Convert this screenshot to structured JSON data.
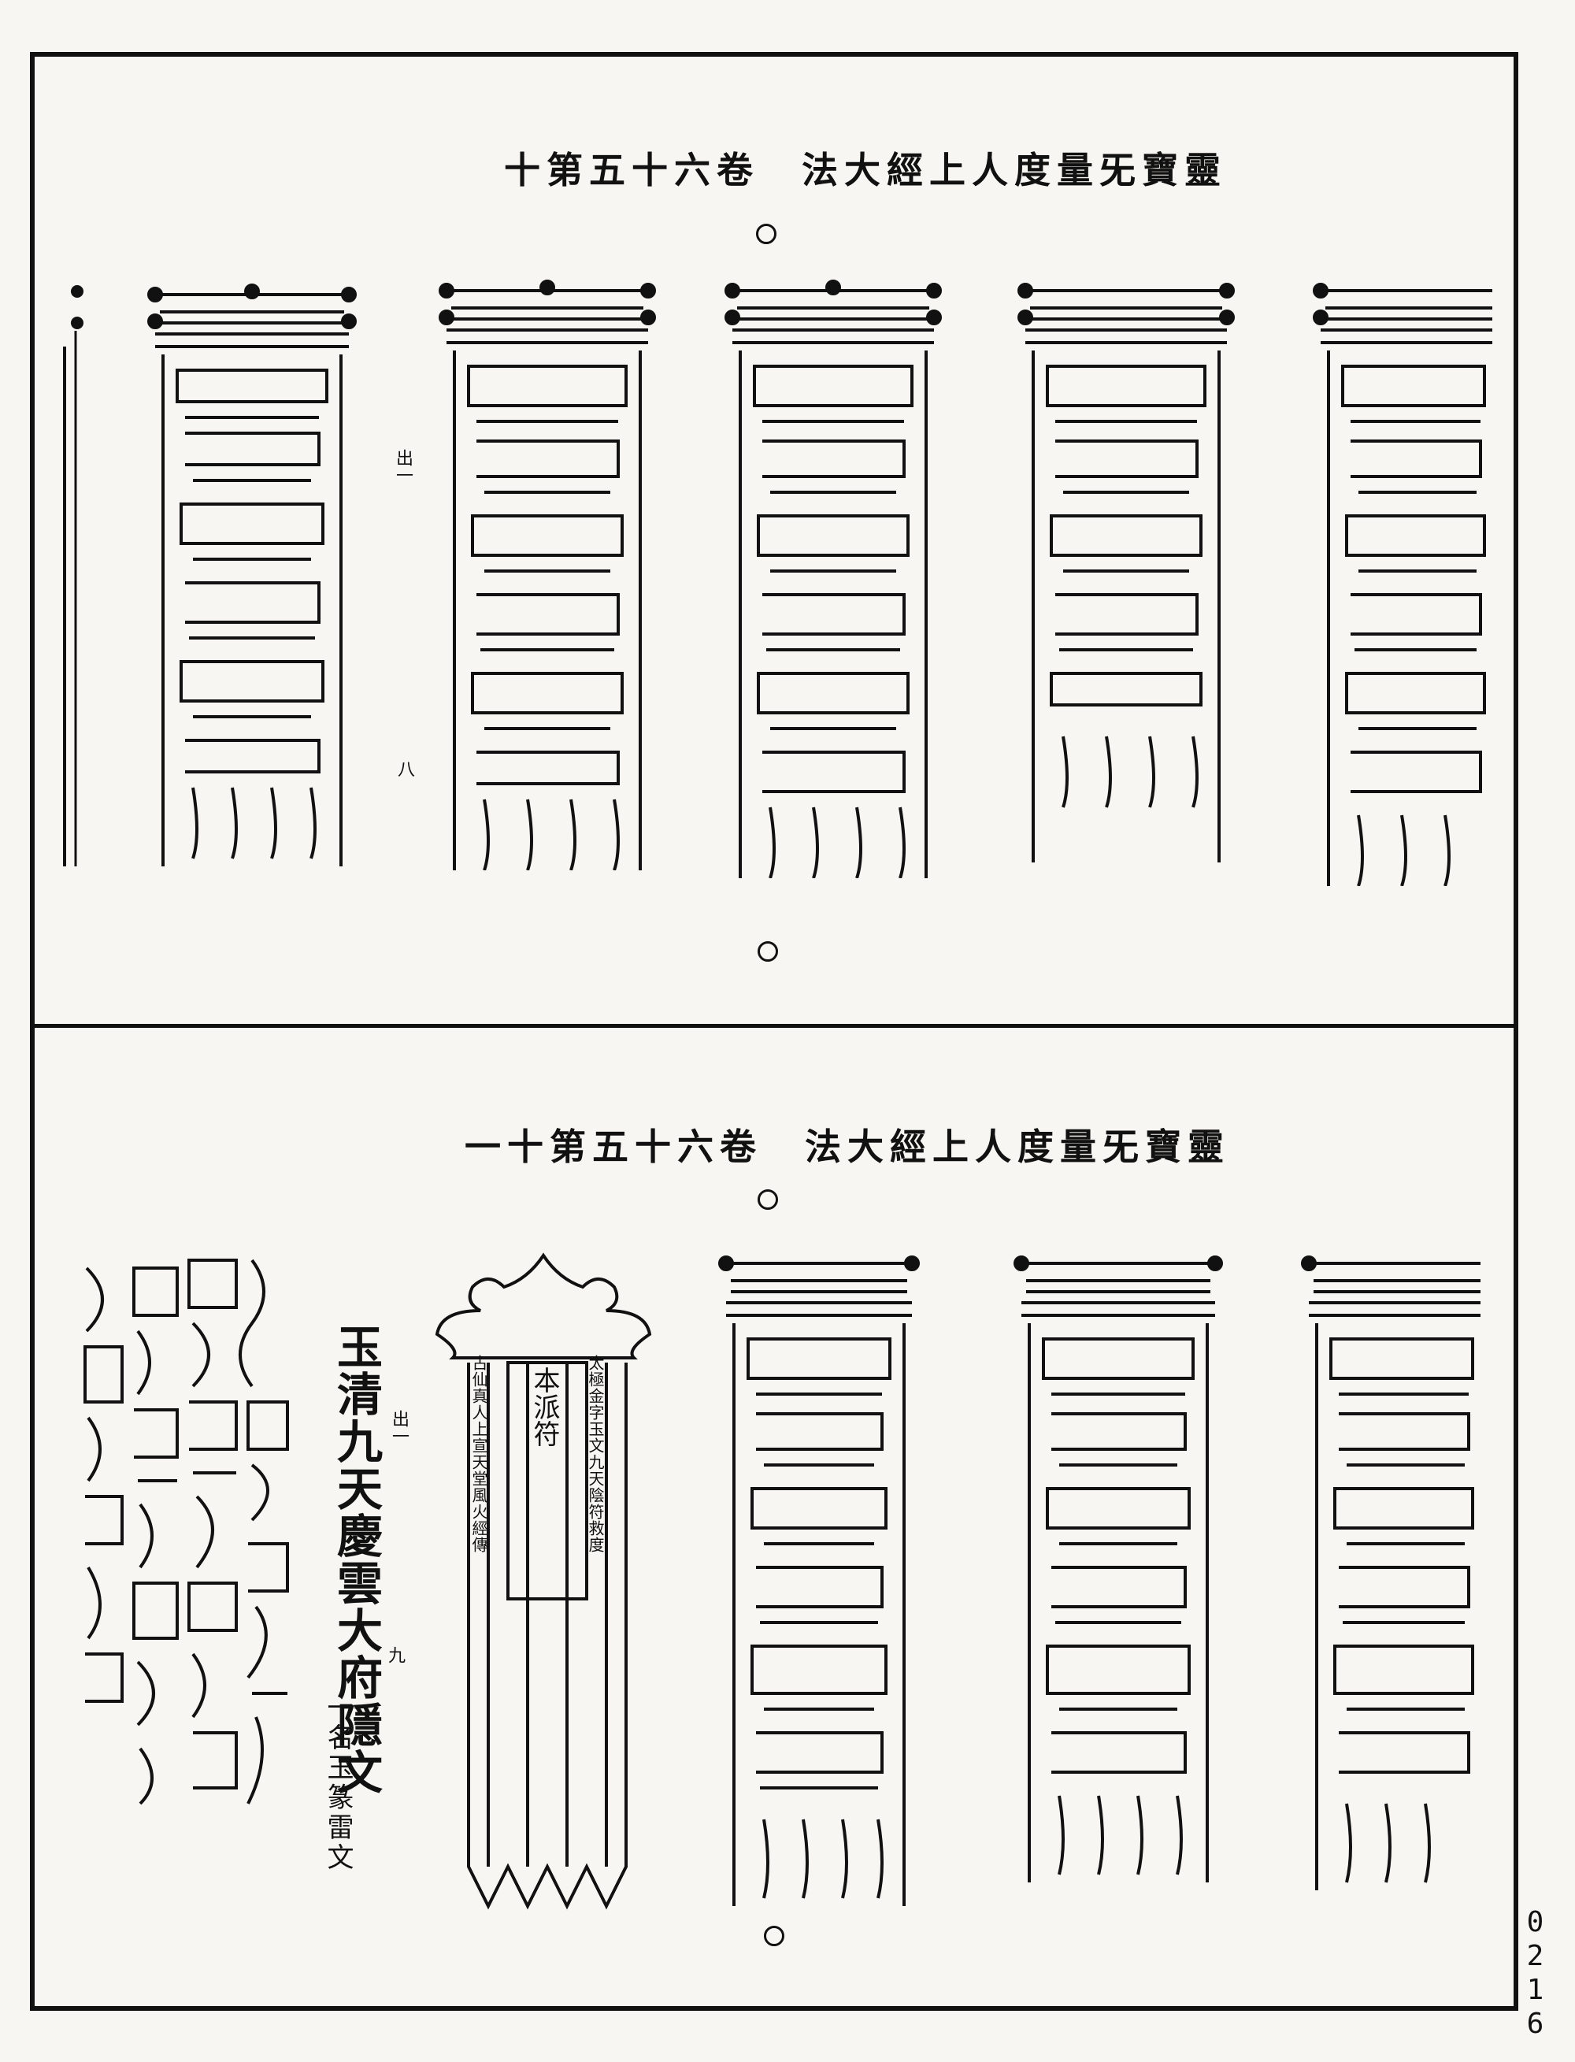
{
  "page": {
    "upper_title": "十第五十六卷　法大經上人度量旡寶靈",
    "lower_title": "一十第五十六卷　法大經上人度量旡寶靈",
    "page_number": "0216"
  },
  "upper_section": {
    "margin_notes": [
      "出一",
      "八"
    ]
  },
  "lower_section": {
    "main_text": "玉清九天慶雲大府隱文",
    "sub_text": "一名玉篆雷文",
    "margin_notes": [
      "出一",
      "九"
    ],
    "banner": {
      "center_label": "本派符",
      "right_text": "太極金字玉文九天陰符救度",
      "left_text": "古仙真人上宣天堂風火經傳"
    }
  },
  "colors": {
    "ink": "#111111",
    "paper": "#f7f6f2"
  }
}
